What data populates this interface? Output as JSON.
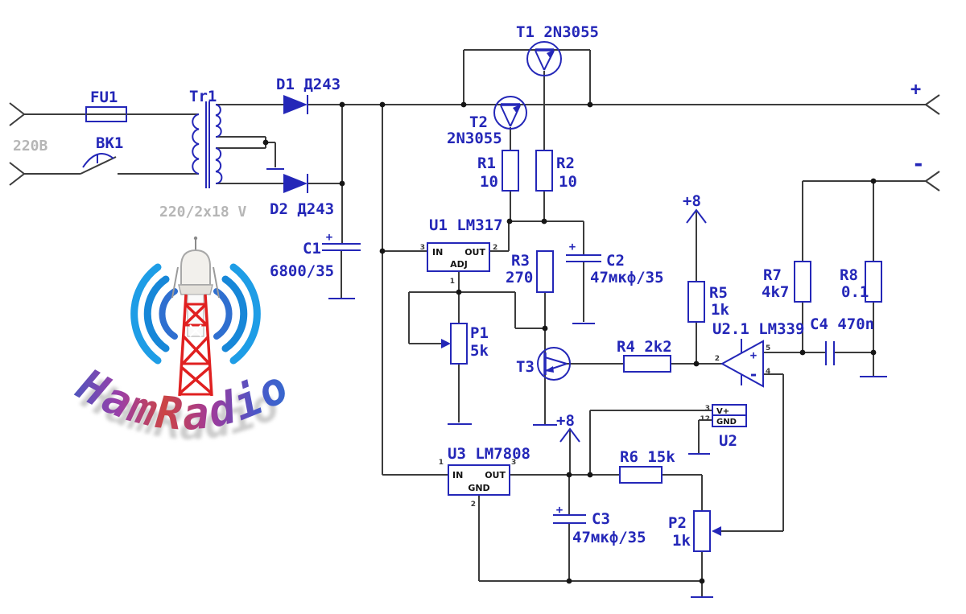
{
  "schematic": {
    "mains": {
      "voltage": "220В",
      "transformer_spec": "220/2x18 V"
    },
    "terminals": {
      "plus": "+",
      "minus": "-"
    },
    "power_flags": {
      "plus8": "+8"
    },
    "components": {
      "fu1": {
        "ref": "FU1"
      },
      "bk1": {
        "ref": "BK1"
      },
      "tr1": {
        "ref": "Tr1"
      },
      "d1": {
        "ref": "D1 Д243"
      },
      "d2": {
        "ref": "D2 Д243"
      },
      "t1": {
        "ref": "T1 2N3055"
      },
      "t2": {
        "ref": "T2",
        "value": "2N3055"
      },
      "t3": {
        "ref": "T3"
      },
      "r1": {
        "ref": "R1",
        "value": "10"
      },
      "r2": {
        "ref": "R2",
        "value": "10"
      },
      "r3": {
        "ref": "R3",
        "value": "270"
      },
      "r4": {
        "ref": "R4 2k2"
      },
      "r5": {
        "ref": "R5",
        "value": "1k"
      },
      "r6": {
        "ref": "R6 15k"
      },
      "r7": {
        "ref": "R7",
        "value": "4k7"
      },
      "r8": {
        "ref": "R8",
        "value": "0.1"
      },
      "p1": {
        "ref": "P1",
        "value": "5k"
      },
      "p2": {
        "ref": "P2",
        "value": "1k"
      },
      "c1": {
        "ref": "C1",
        "value": "6800/35",
        "polarity": "+"
      },
      "c2": {
        "ref": "C2",
        "value": "47мкф/35",
        "polarity": "+"
      },
      "c3": {
        "ref": "C3",
        "value": "47мкф/35",
        "polarity": "+"
      },
      "c4": {
        "ref": "C4 470n"
      },
      "u1": {
        "ref": "U1 LM317",
        "pin_in": "IN",
        "pin_out": "OUT",
        "pin_adj": "ADJ",
        "n3": "3",
        "n2": "2",
        "n1": "1"
      },
      "u2": {
        "ref": "U2",
        "pin_vplus": "V+",
        "pin_gnd": "GND",
        "n3": "3",
        "n12": "12"
      },
      "u21": {
        "ref": "U2.1 LM339",
        "plus": "+",
        "minus": "-",
        "n2": "2",
        "n5": "5",
        "n4": "4"
      },
      "u3": {
        "ref": "U3 LM7808",
        "pin_in": "IN",
        "pin_out": "OUT",
        "pin_gnd": "GND",
        "n1": "1",
        "n3": "3",
        "n2": "2"
      }
    }
  },
  "logo": {
    "text": "HamRadio"
  }
}
